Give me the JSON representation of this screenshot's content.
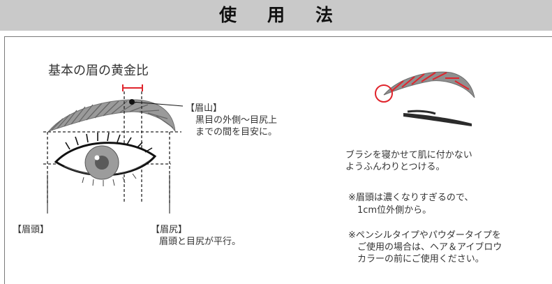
{
  "header": {
    "title": "使用法"
  },
  "left_panel": {
    "heading": "基本の眉の黄金比",
    "brow_peak": {
      "label": "【眉山】",
      "desc_line1": "黒目の外側〜目尻上",
      "desc_line2": "までの間を目安に。"
    },
    "brow_head": {
      "label": "【眉頭】"
    },
    "brow_tail": {
      "label": "【眉尻】",
      "desc": "眉頭と目尻が平行。"
    }
  },
  "right_panel": {
    "instruction_line1": "ブラシを寝かせて肌に付かない",
    "instruction_line2": "ようふんわりとつける。",
    "note1_line1": "※眉頭は濃くなりすぎるので、",
    "note1_line2": "1cm位外側から。",
    "note2_line1": "※ペンシルタイプやパウダータイプを",
    "note2_line2": "ご使用の場合は、ヘア＆アイブロウ",
    "note2_line3": "カラーの前にご使用ください。"
  },
  "colors": {
    "header_bg": "#c9c9c9",
    "accent_red": "#e0242c",
    "illustration_gray": "#8a8a8a"
  }
}
